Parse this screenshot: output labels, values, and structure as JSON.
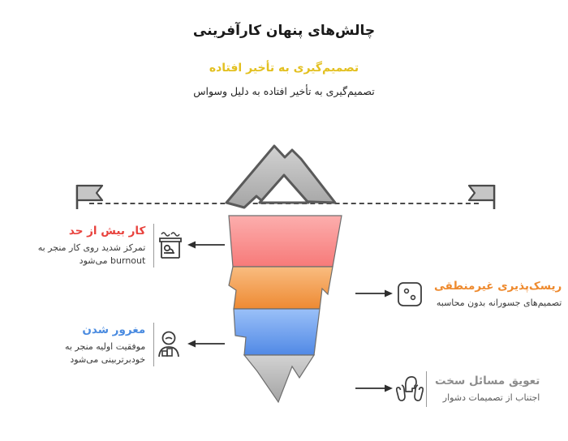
{
  "title": "چالش‌های پنهان کارآفرینی",
  "colors": {
    "yellow": "#E3C020",
    "red": "#E8423D",
    "orange": "#EE8A2E",
    "blue": "#4A8BE0",
    "gray": "#8D8D8D",
    "band_red_top": "#FBA9A8",
    "band_red_bottom": "#F77C7B",
    "band_orange_top": "#F8B877",
    "band_orange_bottom": "#EF8C37",
    "band_blue_top": "#97BEF7",
    "band_blue_bottom": "#558EE6",
    "band_gray_top": "#CFCFCF",
    "band_gray_bottom": "#A8A8A8",
    "peak_top": "#CFCFCF",
    "peak_bottom": "#A9A9A9",
    "outline": "#4A4A4A",
    "waterline": "#4A4A4A"
  },
  "above_water": {
    "heading": "تصمیم‌گیری به تأخیر افتاده",
    "description": "تصمیم‌گیری به تأخیر  افتاده به دلیل وسواس"
  },
  "waterline": {
    "flag_left_icon": "flag-icon",
    "flag_right_icon": "flag-icon"
  },
  "layers": [
    {
      "id": "overwork",
      "heading": "کار بیش از حد",
      "description": "تمرکز شدید روی کار منجر به burnout می‌شود",
      "side": "left",
      "color": "#E8423D",
      "icon": "desk-burnout-icon",
      "band": "red"
    },
    {
      "id": "risk",
      "heading": "ریسک‌پذیری غیرمنطقی",
      "description": "تصمیم‌های جسورانه بدون محاسبه",
      "side": "right",
      "color": "#EE8A2E",
      "icon": "dice-icon",
      "band": "orange"
    },
    {
      "id": "arrogance",
      "heading": "مغرور شدن",
      "description": "موفقیت اولیه منجر به خودبرتربینی می‌شود",
      "side": "left",
      "color": "#4A8BE0",
      "icon": "person-podium-icon",
      "band": "blue"
    },
    {
      "id": "procrastination",
      "heading": "تعویق مسائل سخت",
      "description": "اجتناب از تصمیمات دشوار",
      "side": "right",
      "color": "#8D8D8D",
      "icon": "head-hands-icon",
      "band": "gray"
    }
  ]
}
